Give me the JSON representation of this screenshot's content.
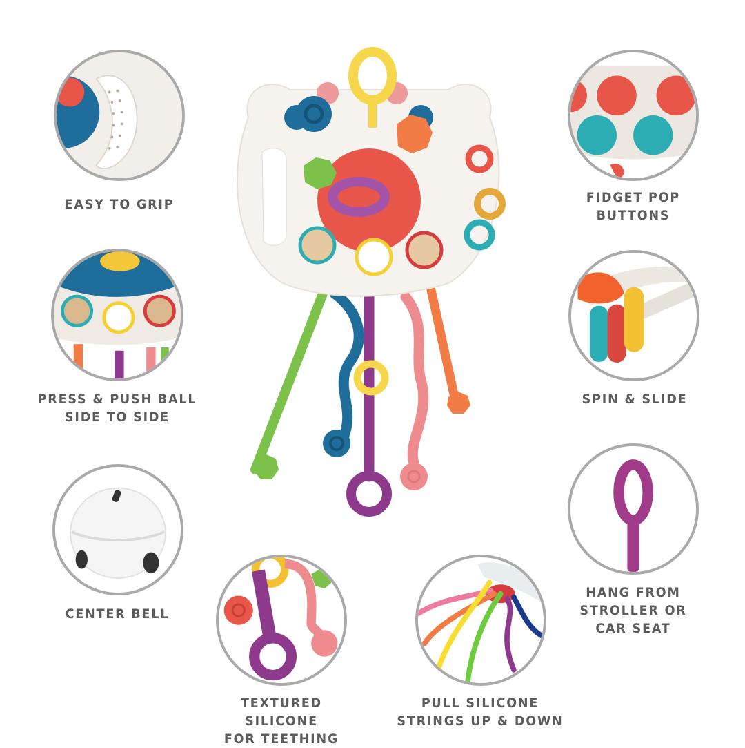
{
  "features": [
    {
      "id": "grip",
      "label": "EASY TO GRIP",
      "icon": "grip-handle-icon"
    },
    {
      "id": "pop",
      "label": "FIDGET POP BUTTONS",
      "icon": "pop-buttons-icon"
    },
    {
      "id": "ball",
      "label": "PRESS & PUSH BALL\nSIDE TO SIDE",
      "icon": "push-ball-icon"
    },
    {
      "id": "spin",
      "label": "SPIN & SLIDE",
      "icon": "spin-rings-icon"
    },
    {
      "id": "bell",
      "label": "CENTER BELL",
      "icon": "bell-icon"
    },
    {
      "id": "hang",
      "label": "HANG FROM\nSTROLLER OR\nCAR SEAT",
      "icon": "hang-loop-icon"
    },
    {
      "id": "teeth",
      "label": "TEXTURED SILICONE\nFOR TEETHING",
      "icon": "teether-icon"
    },
    {
      "id": "pull",
      "label": "PULL SILICONE\nSTRINGS UP & DOWN",
      "icon": "pull-strings-icon"
    }
  ],
  "colors": {
    "text": "#5c5c5c",
    "border": "#a9a9a9",
    "coral": "#e8564a",
    "blue": "#1f6d9a",
    "teal": "#2cadb3",
    "yellow": "#f4c63a",
    "green": "#7cc24a",
    "purple": "#8e3a8c",
    "pink": "#ee8b8e",
    "orange": "#f27c45",
    "base": "#f6f3ee"
  }
}
